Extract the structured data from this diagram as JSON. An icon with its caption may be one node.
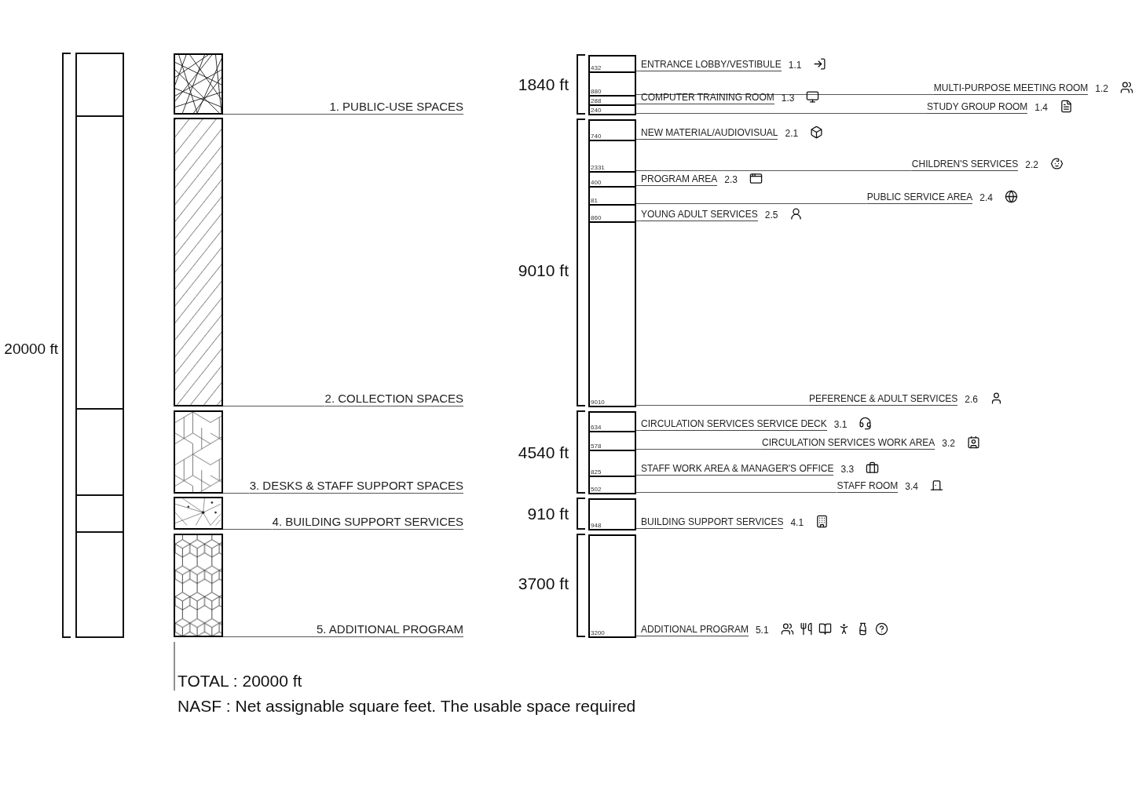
{
  "diagram": {
    "nodes": [
      {
        "text": [],
        "shape": "box"
      },
      {
        "text": [],
        "shape": "box"
      },
      {
        "text": [],
        "shape": "box"
      },
      {
        "text": [],
        "shape": "box"
      },
      {
        "text": [],
        "shape": "box"
      },
      {
        "text": [
          "1. PUBLIC-USE SPACES"
        ]
      },
      {
        "text": [
          "2. COLLECTION SPACES"
        ]
      },
      {
        "text": [
          "3. DESKS & STAFF SUPPORT SPACES"
        ]
      },
      {
        "text": [
          "4. BUILDING SUPPORT SERVICES"
        ]
      },
      {
        "text": [
          "5. ADDITIONAL PROGRAM"
        ]
      },
      {
        "text": [
          "432"
        ]
      },
      {
        "text": [
          "880"
        ]
      },
      {
        "text": [
          "288"
        ]
      },
      {
        "text": [
          "240"
        ]
      },
      {
        "text": [
          "740"
        ]
      },
      {
        "text": [
          "2331"
        ]
      },
      {
        "text": [
          "400"
        ]
      },
      {
        "text": [
          "81"
        ]
      },
      {
        "text": [
          "860"
        ]
      },
      {
        "text": [
          "9010"
        ]
      },
      {
        "text": [
          "634"
        ]
      },
      {
        "text": [
          "578"
        ]
      },
      {
        "text": [
          "825"
        ]
      },
      {
        "text": [
          "502"
        ]
      },
      {
        "text": [
          "948"
        ]
      },
      {
        "text": [
          "3200"
        ]
      },
      {
        "text": [
          "ENTRANCE LOBBY/VESTIBULE",
          "1.1"
        ]
      },
      {
        "text": [
          "MULTI-PURPOSE MEETING ROOM",
          "1.2"
        ]
      },
      {
        "text": [
          "COMPUTER TRAINING ROOM",
          "1.3"
        ]
      },
      {
        "text": [
          "STUDY GROUP ROOM",
          "1.4"
        ]
      },
      {
        "text": [
          "NEW MATERIAL/AUDIOVISUAL",
          "2.1"
        ]
      },
      {
        "text": [
          "CHILDREN'S SERVICES",
          "2.2"
        ]
      },
      {
        "text": [
          "PROGRAM AREA",
          "2.3"
        ]
      },
      {
        "text": [
          "PUBLIC SERVICE AREA",
          "2.4"
        ]
      },
      {
        "text": [
          "YOUNG ADULT SERVICES",
          "2.5"
        ]
      },
      {
        "text": [
          "PEFERENCE & ADULT SERVICES",
          "2.6"
        ]
      },
      {
        "text": [
          "CIRCULATION SERVICES SERVICE DECK",
          "3.1"
        ]
      },
      {
        "text": [
          "CIRCULATION SERVICES WORK AREA",
          "3.2"
        ]
      },
      {
        "text": [
          "STAFF WORK AREA & MANAGER'S OFFICE",
          "3.3"
        ]
      },
      {
        "text": [
          "STAFF ROOM",
          "3.4"
        ]
      },
      {
        "text": [
          "BUILDING SUPPORT SERVICES",
          "4.1"
        ]
      },
      {
        "text": [
          "ADDITIONAL PROGRAM",
          "5.1"
        ]
      }
    ],
    "edges": [
      {
        "from": 0,
        "to": 5,
        "arrow": "none"
      },
      {
        "from": 1,
        "to": 6,
        "arrow": "none"
      },
      {
        "from": 2,
        "to": 7,
        "arrow": "none"
      },
      {
        "from": 3,
        "to": 8,
        "arrow": "none"
      },
      {
        "from": 4,
        "to": 9,
        "arrow": "none"
      },
      {
        "from": 10,
        "to": 26,
        "arrow": "none"
      },
      {
        "from": 11,
        "to": 27,
        "arrow": "none"
      },
      {
        "from": 12,
        "to": 28,
        "arrow": "none"
      },
      {
        "from": 13,
        "to": 29,
        "arrow": "none"
      },
      {
        "from": 14,
        "to": 30,
        "arrow": "none"
      },
      {
        "from": 15,
        "to": 31,
        "arrow": "none"
      },
      {
        "from": 16,
        "to": 32,
        "arrow": "none"
      },
      {
        "from": 17,
        "to": 33,
        "arrow": "none"
      },
      {
        "from": 18,
        "to": 34,
        "arrow": "none"
      },
      {
        "from": 19,
        "to": 35,
        "arrow": "none"
      },
      {
        "from": 20,
        "to": 36,
        "arrow": "none"
      },
      {
        "from": 21,
        "to": 37,
        "arrow": "none"
      },
      {
        "from": 22,
        "to": 38,
        "arrow": "none"
      },
      {
        "from": 23,
        "to": 39,
        "arrow": "none"
      },
      {
        "from": 24,
        "to": 40,
        "arrow": "none"
      },
      {
        "from": 25,
        "to": 41,
        "arrow": "none"
      }
    ],
    "labels": [
      "1840 ft",
      "9010 ft",
      "20000 ft",
      "4540 ft",
      "910 ft",
      "3700 ft",
      "TOTAL : 20000 ft",
      "NASF : Net assignable square feet. The usable space required"
    ]
  }
}
